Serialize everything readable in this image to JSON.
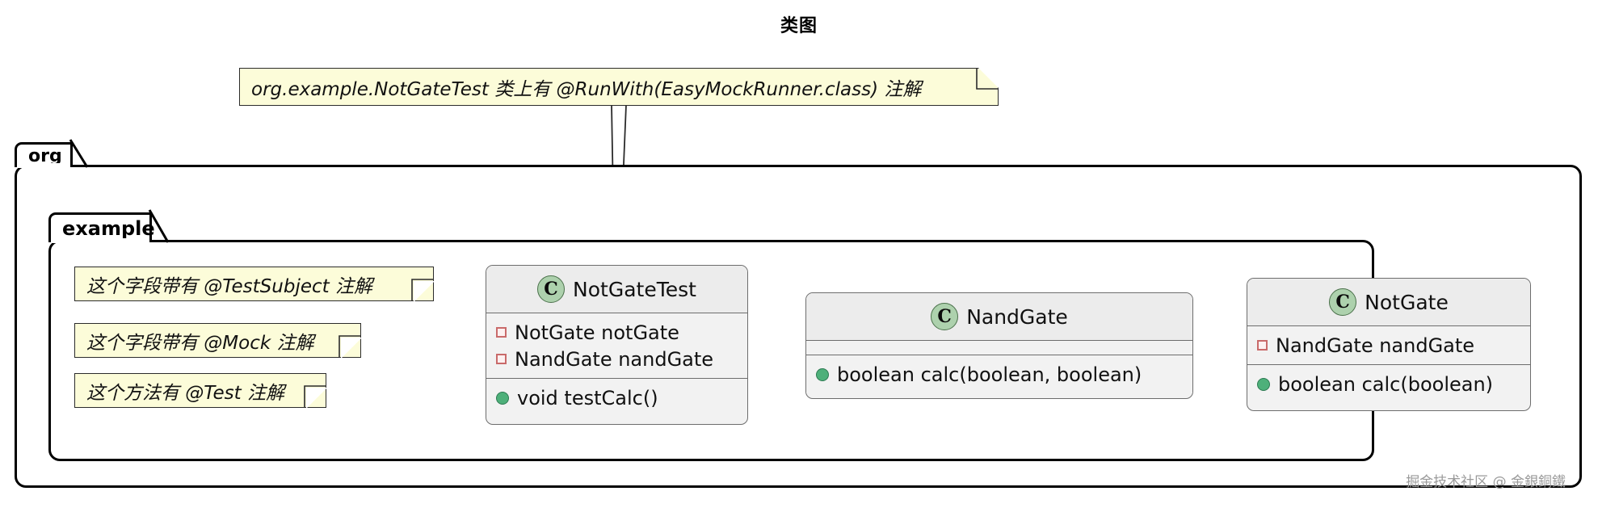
{
  "title": "类图",
  "packages": [
    {
      "name": "org"
    },
    {
      "name": "example"
    }
  ],
  "notes": [
    {
      "id": "note-runwith",
      "text": "org.example.NotGateTest 类上有 @RunWith(EasyMockRunner.class) 注解",
      "target": "NotGateTest class header"
    },
    {
      "id": "note-testsubject",
      "text": "这个字段带有 @TestSubject 注解",
      "target": "NotGate notGate"
    },
    {
      "id": "note-mock",
      "text": "这个字段带有 @Mock 注解",
      "target": "NandGate nandGate"
    },
    {
      "id": "note-test",
      "text": "这个方法有 @Test 注解",
      "target": "void testCalc()"
    }
  ],
  "classes": [
    {
      "id": "NotGateTest",
      "name": "NotGateTest",
      "stereotype_letter": "C",
      "fields": [
        {
          "visibility": "private",
          "text": "NotGate notGate"
        },
        {
          "visibility": "private",
          "text": "NandGate nandGate"
        }
      ],
      "methods": [
        {
          "visibility": "public",
          "text": "void testCalc()"
        }
      ]
    },
    {
      "id": "NandGate",
      "name": "NandGate",
      "stereotype_letter": "C",
      "fields": [],
      "methods": [
        {
          "visibility": "public",
          "text": "boolean calc(boolean, boolean)"
        }
      ]
    },
    {
      "id": "NotGate",
      "name": "NotGate",
      "stereotype_letter": "C",
      "fields": [
        {
          "visibility": "private",
          "text": "NandGate nandGate"
        }
      ],
      "methods": [
        {
          "visibility": "public",
          "text": "boolean calc(boolean)"
        }
      ]
    }
  ],
  "watermark": "掘金技术社区 @ 金銀銅鐵",
  "colors": {
    "note_bg": "#fcfcd9",
    "class_bg": "#f2f2f2",
    "class_header_bg": "#ececec",
    "class_icon_bg": "#add1ad",
    "private_marker": "#c96a6a",
    "public_marker": "#4eb07a",
    "border": "#000000"
  }
}
